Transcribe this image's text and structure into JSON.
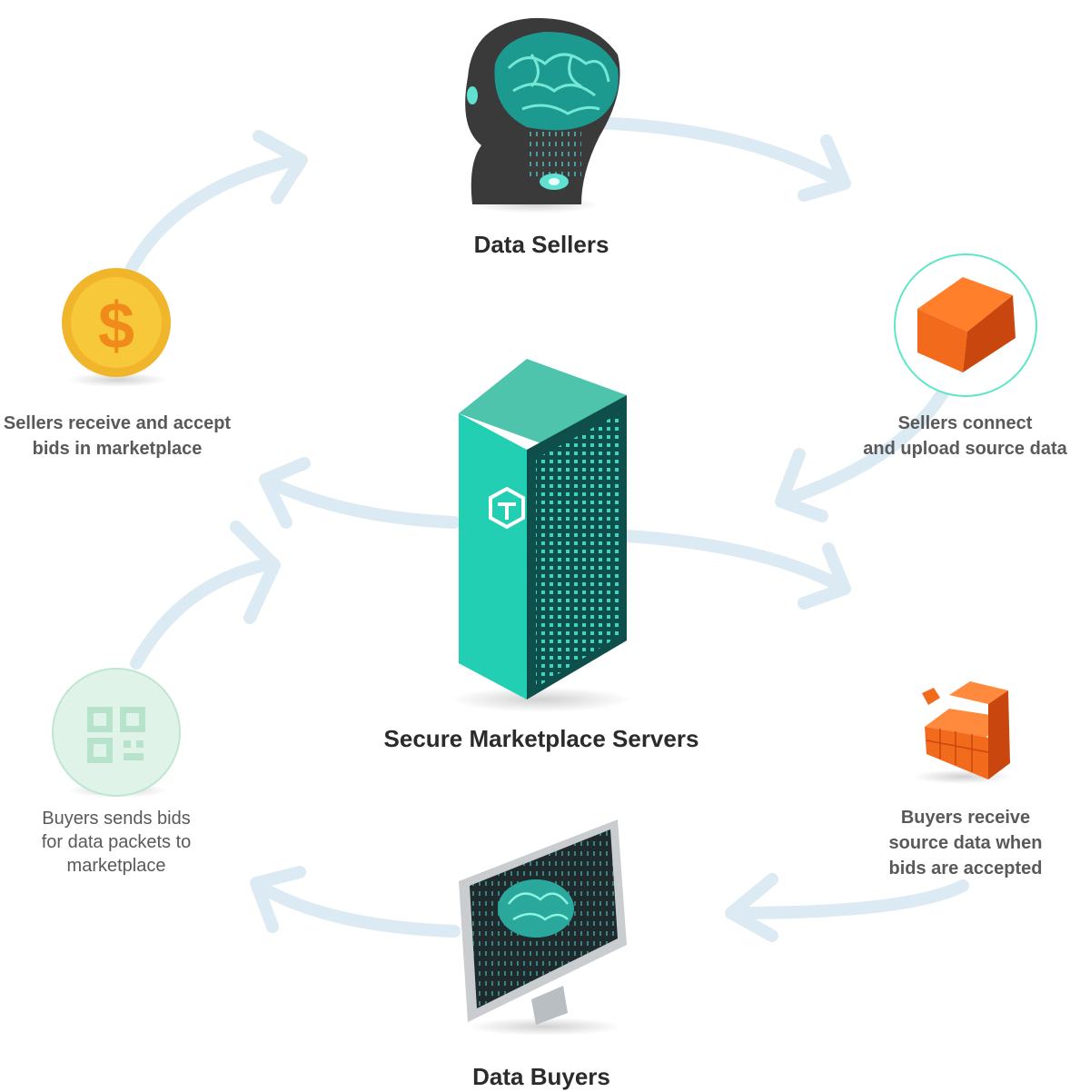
{
  "nodes": {
    "sellers": {
      "title": "Data Sellers"
    },
    "servers": {
      "title": "Secure Marketplace Servers"
    },
    "buyers": {
      "title": "Data Buyers"
    }
  },
  "steps": {
    "upload": {
      "lines": [
        "Sellers connect",
        "and upload source data"
      ]
    },
    "receive_data": {
      "lines": [
        "Buyers receive",
        "source data when",
        "bids are accepted"
      ]
    },
    "send_bids": {
      "lines": [
        "Buyers sends bids",
        "for data packets to",
        "marketplace"
      ]
    },
    "accept_bids": {
      "lines": [
        "Sellers receive and accept",
        "bids in marketplace"
      ]
    }
  },
  "colors": {
    "arrow": "#dceaf3",
    "teal": "#22cfb2",
    "orange": "#f26b1d",
    "coin": "#f7c83a",
    "mint": "#dff3e9"
  }
}
